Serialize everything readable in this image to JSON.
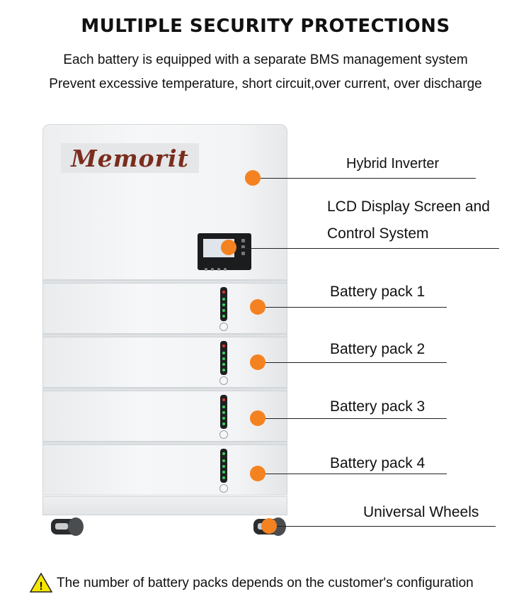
{
  "headline": "MULTIPLE SECURITY PROTECTIONS",
  "subtitle_lines": [
    "Each battery is equipped with a separate BMS management system",
    "Prevent excessive temperature, short circuit,over current, over discharge"
  ],
  "brand_logo": "Memorit",
  "callouts": {
    "inverter": "Hybrid Inverter",
    "lcd_line1": "LCD Display Screen and",
    "lcd_line2": "Control System",
    "pack1": "Battery pack 1",
    "pack2": "Battery pack 2",
    "pack3": "Battery pack 3",
    "pack4": "Battery pack 4",
    "wheels": "Universal Wheels"
  },
  "footnote": "The number of battery packs depends on the customer's configuration",
  "warning_icon": "!",
  "icons": [
    "warning-triangle-icon",
    "power-button-icon"
  ],
  "colors": {
    "callout_dot": "#f58220",
    "warning_fill": "#f5e600",
    "logo_text": "#7a2d1d",
    "led_green": "#36d35a",
    "led_red": "#e0392b"
  }
}
